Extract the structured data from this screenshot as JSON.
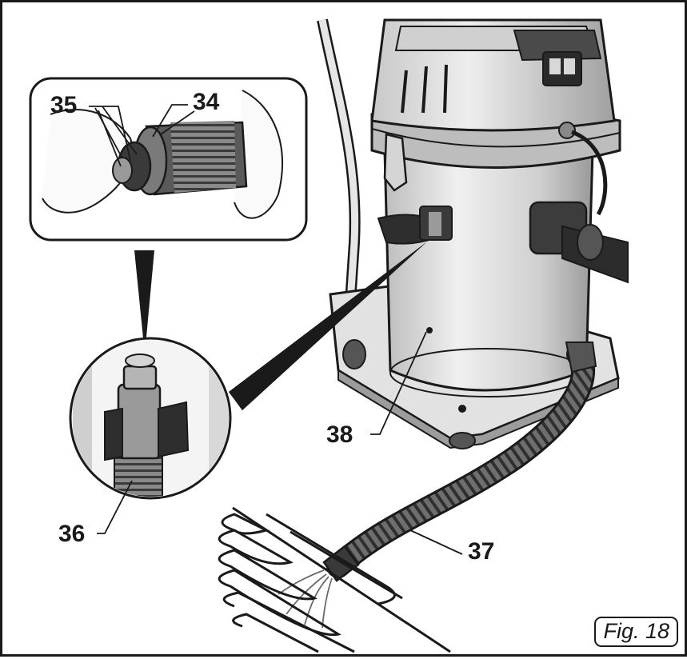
{
  "callouts": {
    "c35": "35",
    "c34": "34",
    "c36": "36",
    "c37": "37",
    "c38": "38"
  },
  "figure_label": "Fig. 18",
  "colors": {
    "line": "#1a1a1a",
    "metal": "#d9d9d9",
    "metal_dark": "#a8a8a8",
    "plastic": "#4a4a4a"
  }
}
